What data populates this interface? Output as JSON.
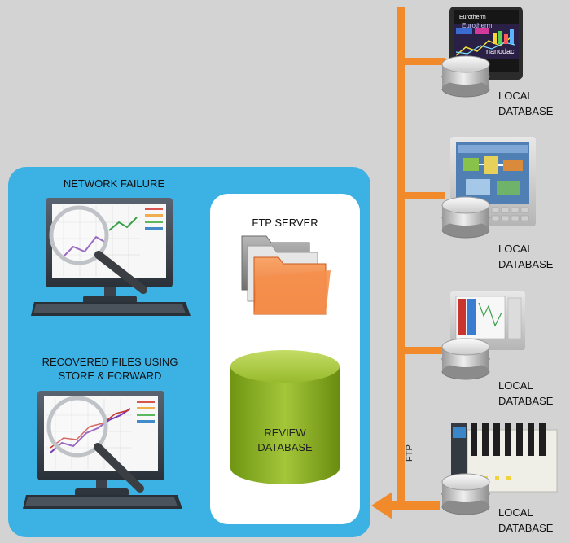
{
  "left_group": {
    "network_failure_label": "NETWORK FAILURE",
    "recovered_label_line1": "RECOVERED FILES USING",
    "recovered_label_line2": "STORE & FORWARD"
  },
  "server_group": {
    "ftp_server_label": "FTP SERVER",
    "review_db_line1": "REVIEW",
    "review_db_line2": "DATABASE"
  },
  "bus": {
    "label": "FTP",
    "color": "#f08a2a"
  },
  "devices": [
    {
      "name": "nanodac",
      "screen_brand": "Eurotherm",
      "screen_brand_small": "Eurotherm",
      "screen_model": "nanodac",
      "db_label_line1": "LOCAL",
      "db_label_line2": "DATABASE"
    },
    {
      "name": "touch-panel",
      "db_label_line1": "LOCAL",
      "db_label_line2": "DATABASE"
    },
    {
      "name": "recorder",
      "db_label_line1": "LOCAL",
      "db_label_line2": "DATABASE"
    },
    {
      "name": "io-rack",
      "db_label_line1": "LOCAL",
      "db_label_line2": "DATABASE"
    }
  ],
  "colors": {
    "background": "#d3d3d3",
    "panel_blue": "#3cb1e4",
    "review_db_green": "#8cb21f",
    "folder_orange": "#f2894a"
  }
}
